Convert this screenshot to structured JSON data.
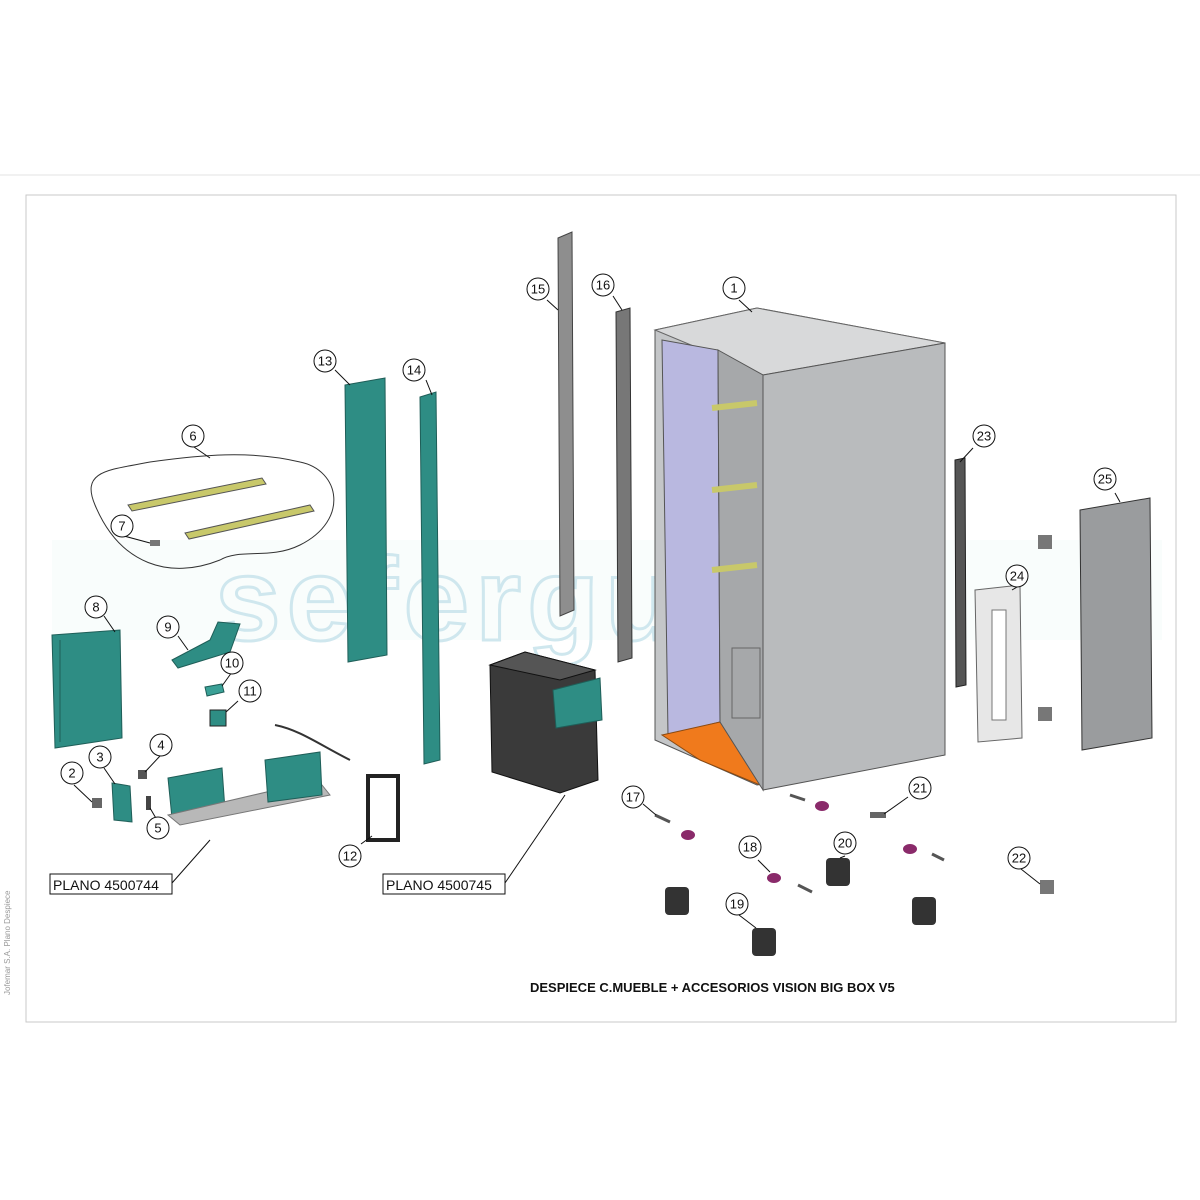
{
  "title": "DESPIECE C.MUEBLE + ACCESORIOS VISION BIG BOX V5",
  "side_text": "Jofemar S.A. Plano Despiece",
  "watermark": "sefergura",
  "planos": [
    "PLANO 4500744",
    "PLANO 4500745"
  ],
  "part_numbers": [
    "1",
    "2",
    "3",
    "4",
    "5",
    "6",
    "7",
    "8",
    "9",
    "10",
    "11",
    "12",
    "13",
    "14",
    "15",
    "16",
    "17",
    "18",
    "19",
    "20",
    "21",
    "22",
    "23",
    "24",
    "25"
  ],
  "colors": {
    "teal": "#2e8d84",
    "cabinet": "#c4c6c8",
    "interior": "#b9b8e0",
    "orange": "#f07a1c",
    "dark": "#3a3a3a",
    "rail": "#c8c86a",
    "watermark": "#cfe7ee"
  }
}
